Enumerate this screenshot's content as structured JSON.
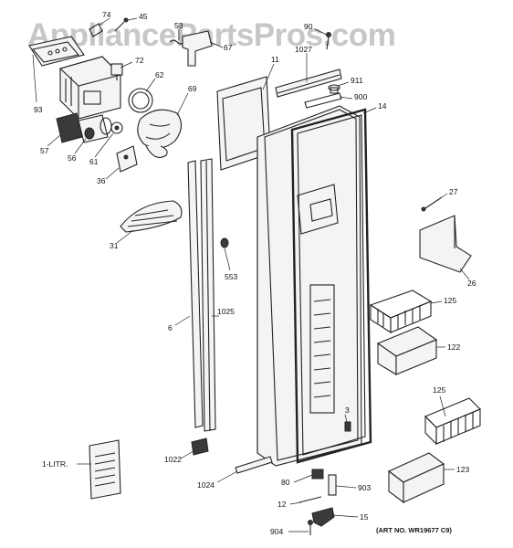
{
  "watermark": "AppliancePartsPros.com",
  "art_number": "(ART NO. WR19677 C9)",
  "callouts": {
    "p74": "74",
    "p45": "45",
    "p93": "93",
    "p72": "72",
    "p62": "62",
    "p53": "53",
    "p67": "67",
    "p90": "90",
    "p1027": "1027",
    "p11": "11",
    "p911": "911",
    "p900": "900",
    "p14": "14",
    "p69": "69",
    "p57": "57",
    "p56": "56",
    "p61": "61",
    "p36": "36",
    "p27": "27",
    "p31": "31",
    "p553": "553",
    "p26": "26",
    "p1025": "1025",
    "p6": "6",
    "p125a": "125",
    "p122": "122",
    "p125b": "125",
    "p3": "3",
    "p123": "123",
    "p1litr": "1-LITR.",
    "p1022": "1022",
    "p80": "80",
    "p903": "903",
    "p1024": "1024",
    "p12": "12",
    "p15": "15",
    "p904": "904"
  }
}
